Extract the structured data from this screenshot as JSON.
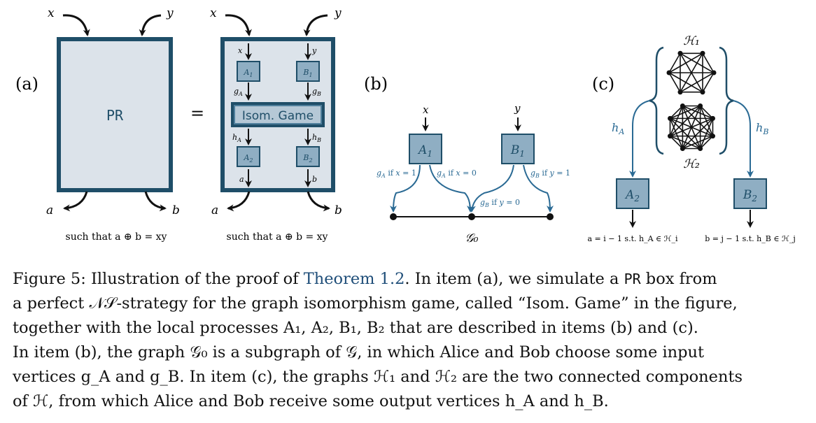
{
  "figure": {
    "panel_a": {
      "label": "(a)",
      "box_text": "PR",
      "equals": "=",
      "game_text": "Isom. Game",
      "cond_left": "such that a ⊕ b = xy",
      "cond_right": "such that a ⊕ b = xy"
    },
    "panel_b": {
      "label": "(b)",
      "graph_label": "𝒢₀",
      "edge_labels": [
        "g_A if x = 1",
        "g_A if x = 0",
        "g_B if y = 1",
        "g_B if y = 0"
      ]
    },
    "panel_c": {
      "label": "(c)",
      "h1": "ℋ₁",
      "h2": "ℋ₂",
      "hA": "h_A",
      "hB": "h_B",
      "out_a": "a = i − 1 s.t. h_A ∈ ℋ_i",
      "out_b": "b = j − 1 s.t. h_B ∈ ℋ_j"
    },
    "colors": {
      "box_fill": "#dce3ea",
      "box_stroke": "#1f4e68",
      "node_fill": "#8faec3",
      "arrow": "#2a6a94"
    }
  },
  "caption": {
    "line1_pre": "Figure 5:  Illustration of the proof of ",
    "line1_ref": "Theorem 1.2",
    "line1_post": ". In item (a), we simulate a ",
    "line1_pr": "PR",
    "line1_end": " box from",
    "line2": "a perfect 𝒩𝒮-strategy for the graph isomorphism game, called “Isom. Game” in the figure,",
    "line3": "together with the local processes A₁, A₂, B₁, B₂ that are described in items (b) and (c).",
    "line4": "In item (b), the graph 𝒢₀ is a subgraph of 𝒢, in which Alice and Bob choose some input",
    "line5": "vertices g_A and g_B. In item (c), the graphs ℋ₁ and ℋ₂ are the two connected components",
    "line6": "of ℋ, from which Alice and Bob receive some output vertices h_A and h_B."
  }
}
